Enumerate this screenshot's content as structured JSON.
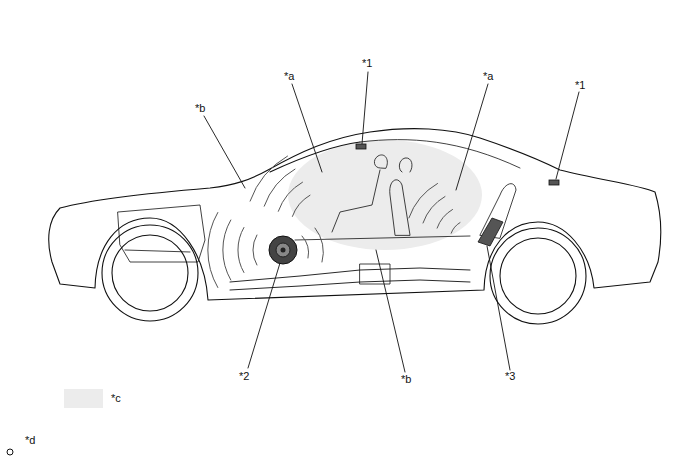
{
  "diagram": {
    "labels": [
      "*a",
      "*1",
      "*a",
      "*1",
      "*b",
      "*2",
      "*b",
      "*3"
    ],
    "legend": [
      {
        "text": "*c",
        "color": "#ececec"
      },
      {
        "text": "*d"
      }
    ]
  }
}
